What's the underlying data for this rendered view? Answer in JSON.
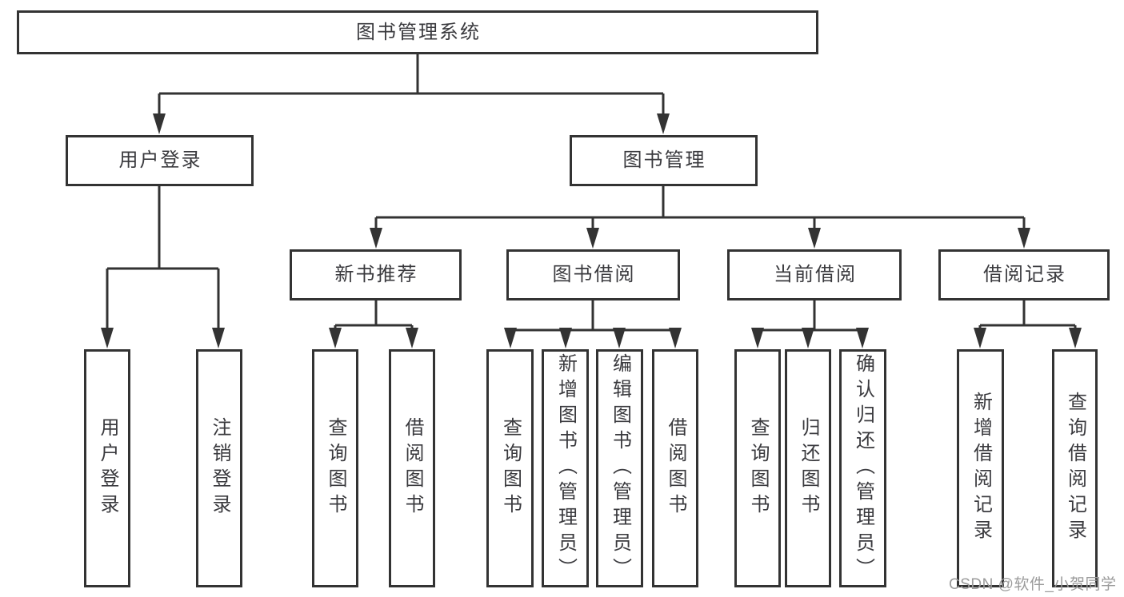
{
  "diagram": {
    "title": "图书管理系统",
    "type": "tree",
    "colors": {
      "line": "#333333",
      "box_border": "#333333",
      "box_fill": "#ffffff",
      "text": "#3a3a3e",
      "background": "#ffffff",
      "watermark_text": "#9b9b9b"
    },
    "root": {
      "label": "图书管理系统"
    },
    "level2": [
      {
        "label": "用户登录",
        "parent": "图书管理系统"
      },
      {
        "label": "图书管理",
        "parent": "图书管理系统"
      }
    ],
    "level3": [
      {
        "label": "新书推荐",
        "parent": "图书管理"
      },
      {
        "label": "图书借阅",
        "parent": "图书管理"
      },
      {
        "label": "当前借阅",
        "parent": "图书管理"
      },
      {
        "label": "借阅记录",
        "parent": "图书管理"
      }
    ],
    "leaves": [
      {
        "label": "用户登录",
        "parent": "用户登录"
      },
      {
        "label": "注销登录",
        "parent": "用户登录"
      },
      {
        "label": "查询图书",
        "parent": "新书推荐"
      },
      {
        "label": "借阅图书",
        "parent": "新书推荐"
      },
      {
        "label": "查询图书",
        "parent": "图书借阅"
      },
      {
        "label": "新增图书（管理员）",
        "parent": "图书借阅"
      },
      {
        "label": "编辑图书（管理员）",
        "parent": "图书借阅"
      },
      {
        "label": "借阅图书",
        "parent": "图书借阅"
      },
      {
        "label": "查询图书",
        "parent": "当前借阅"
      },
      {
        "label": "归还图书",
        "parent": "当前借阅"
      },
      {
        "label": "确认归还（管理员）",
        "parent": "当前借阅"
      },
      {
        "label": "新增借阅记录",
        "parent": "借阅记录"
      },
      {
        "label": "查询借阅记录",
        "parent": "借阅记录"
      }
    ]
  },
  "watermark": {
    "text": "CSDN @软件_小贺同学"
  }
}
